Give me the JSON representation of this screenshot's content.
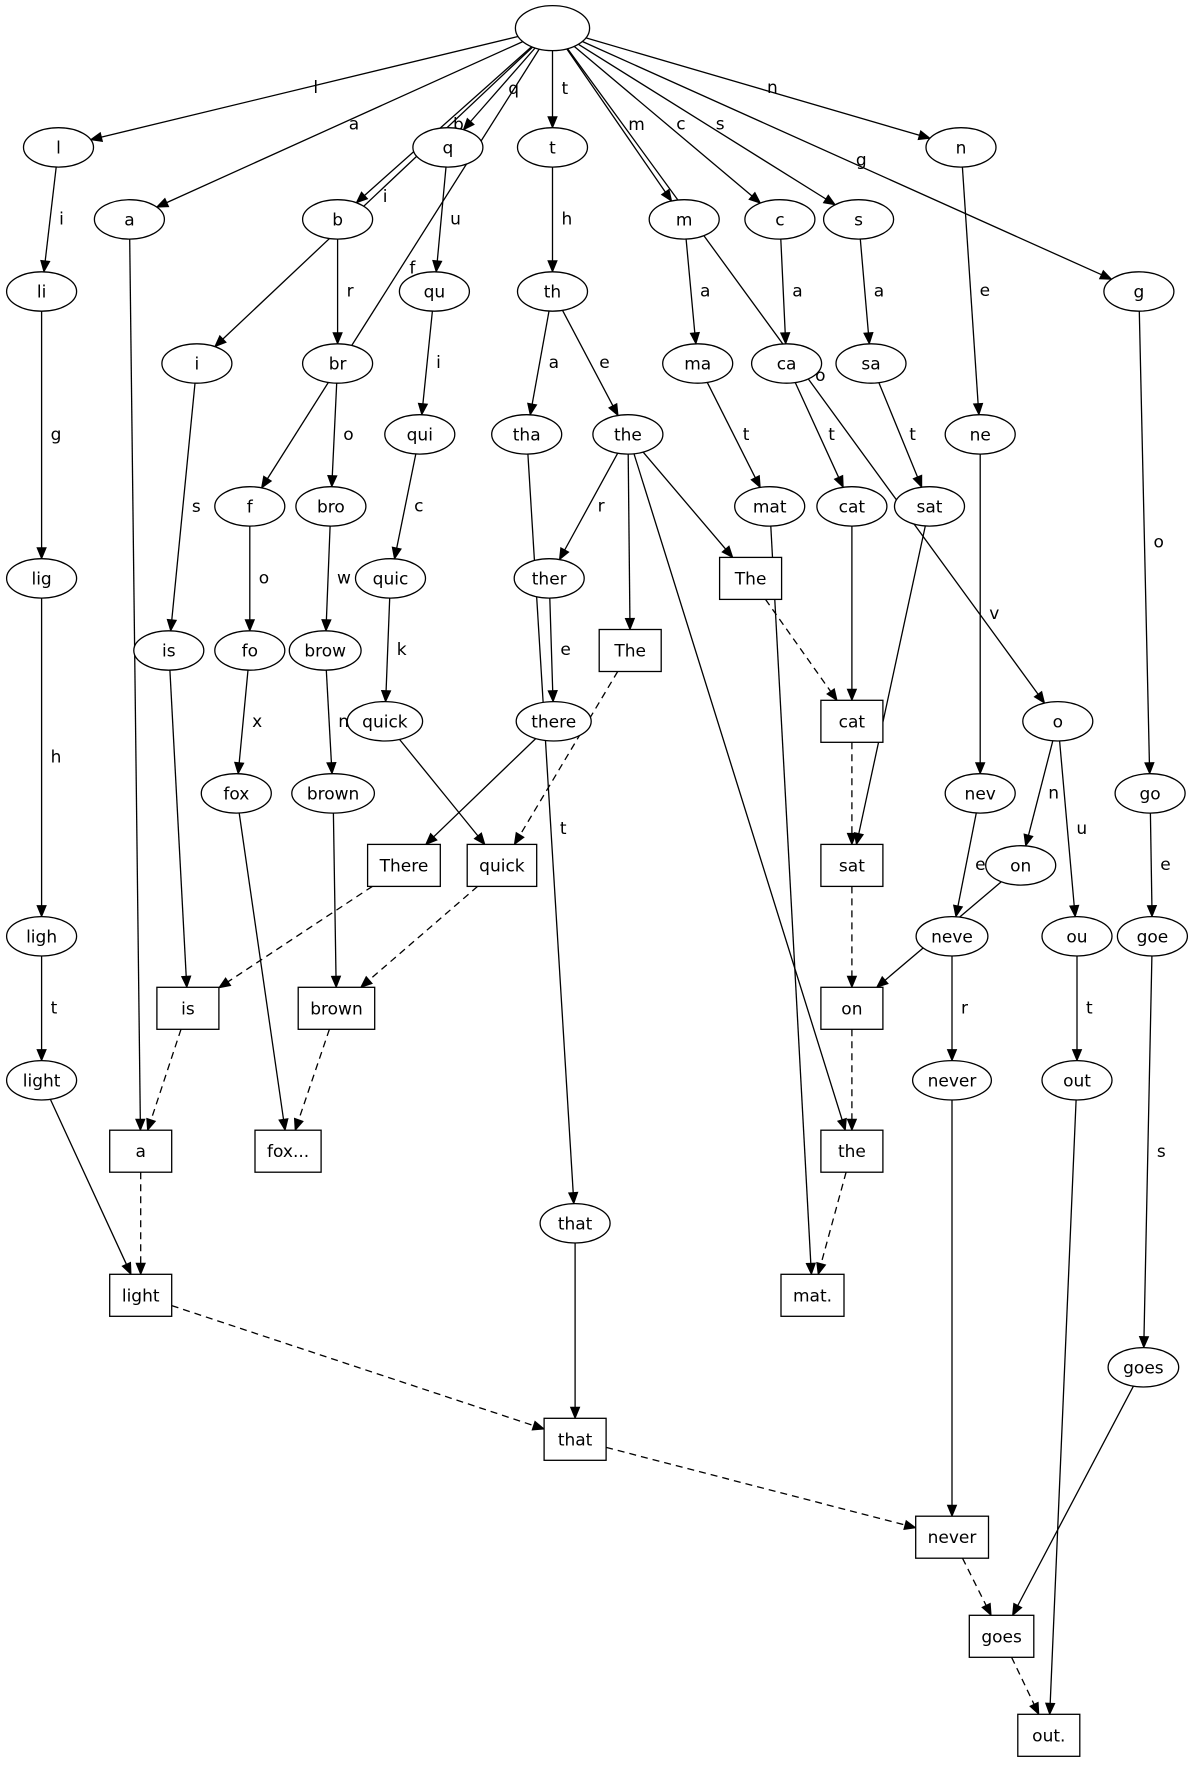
{
  "nodes": [
    {
      "id": "root",
      "label": "",
      "shape": "ellipse"
    },
    {
      "id": "l",
      "label": "l",
      "shape": "ellipse"
    },
    {
      "id": "li",
      "label": "li",
      "shape": "ellipse"
    },
    {
      "id": "lig",
      "label": "lig",
      "shape": "ellipse"
    },
    {
      "id": "ligh",
      "label": "ligh",
      "shape": "ellipse"
    },
    {
      "id": "light_e",
      "label": "light",
      "shape": "ellipse"
    },
    {
      "id": "a_e",
      "label": "a",
      "shape": "ellipse"
    },
    {
      "id": "i_e",
      "label": "i",
      "shape": "ellipse"
    },
    {
      "id": "is_e",
      "label": "is",
      "shape": "ellipse"
    },
    {
      "id": "f",
      "label": "f",
      "shape": "ellipse"
    },
    {
      "id": "fo",
      "label": "fo",
      "shape": "ellipse"
    },
    {
      "id": "fox",
      "label": "fox",
      "shape": "ellipse"
    },
    {
      "id": "b",
      "label": "b",
      "shape": "ellipse"
    },
    {
      "id": "br",
      "label": "br",
      "shape": "ellipse"
    },
    {
      "id": "bro",
      "label": "bro",
      "shape": "ellipse"
    },
    {
      "id": "brow",
      "label": "brow",
      "shape": "ellipse"
    },
    {
      "id": "brown_e",
      "label": "brown",
      "shape": "ellipse"
    },
    {
      "id": "q",
      "label": "q",
      "shape": "ellipse"
    },
    {
      "id": "qu",
      "label": "qu",
      "shape": "ellipse"
    },
    {
      "id": "qui",
      "label": "qui",
      "shape": "ellipse"
    },
    {
      "id": "quic",
      "label": "quic",
      "shape": "ellipse"
    },
    {
      "id": "quick_e",
      "label": "quick",
      "shape": "ellipse"
    },
    {
      "id": "t",
      "label": "t",
      "shape": "ellipse"
    },
    {
      "id": "th",
      "label": "th",
      "shape": "ellipse"
    },
    {
      "id": "tha",
      "label": "tha",
      "shape": "ellipse"
    },
    {
      "id": "that_e",
      "label": "that",
      "shape": "ellipse"
    },
    {
      "id": "the_e",
      "label": "the",
      "shape": "ellipse"
    },
    {
      "id": "ther",
      "label": "ther",
      "shape": "ellipse"
    },
    {
      "id": "there",
      "label": "there",
      "shape": "ellipse"
    },
    {
      "id": "m",
      "label": "m",
      "shape": "ellipse"
    },
    {
      "id": "ma",
      "label": "ma",
      "shape": "ellipse"
    },
    {
      "id": "mat",
      "label": "mat",
      "shape": "ellipse"
    },
    {
      "id": "c",
      "label": "c",
      "shape": "ellipse"
    },
    {
      "id": "ca",
      "label": "ca",
      "shape": "ellipse"
    },
    {
      "id": "cat_e",
      "label": "cat",
      "shape": "ellipse"
    },
    {
      "id": "s",
      "label": "s",
      "shape": "ellipse"
    },
    {
      "id": "sa",
      "label": "sa",
      "shape": "ellipse"
    },
    {
      "id": "sat_e",
      "label": "sat",
      "shape": "ellipse"
    },
    {
      "id": "n",
      "label": "n",
      "shape": "ellipse"
    },
    {
      "id": "ne",
      "label": "ne",
      "shape": "ellipse"
    },
    {
      "id": "nev",
      "label": "nev",
      "shape": "ellipse"
    },
    {
      "id": "neve",
      "label": "neve",
      "shape": "ellipse"
    },
    {
      "id": "never_e",
      "label": "never",
      "shape": "ellipse"
    },
    {
      "id": "o",
      "label": "o",
      "shape": "ellipse"
    },
    {
      "id": "on_e",
      "label": "on",
      "shape": "ellipse"
    },
    {
      "id": "ou",
      "label": "ou",
      "shape": "ellipse"
    },
    {
      "id": "out",
      "label": "out",
      "shape": "ellipse"
    },
    {
      "id": "g",
      "label": "g",
      "shape": "ellipse"
    },
    {
      "id": "go",
      "label": "go",
      "shape": "ellipse"
    },
    {
      "id": "goe",
      "label": "goe",
      "shape": "ellipse"
    },
    {
      "id": "goes_e",
      "label": "goes",
      "shape": "ellipse"
    },
    {
      "id": "The_r1",
      "label": "The",
      "shape": "box"
    },
    {
      "id": "The_r2",
      "label": "The",
      "shape": "box"
    },
    {
      "id": "cat_r",
      "label": "cat",
      "shape": "box"
    },
    {
      "id": "sat_r",
      "label": "sat",
      "shape": "box"
    },
    {
      "id": "on_r",
      "label": "on",
      "shape": "box"
    },
    {
      "id": "the_r",
      "label": "the",
      "shape": "box"
    },
    {
      "id": "mat_r",
      "label": "mat.",
      "shape": "box"
    },
    {
      "id": "There_r",
      "label": "There",
      "shape": "box"
    },
    {
      "id": "quick_r",
      "label": "quick",
      "shape": "box"
    },
    {
      "id": "is_r",
      "label": "is",
      "shape": "box"
    },
    {
      "id": "brown_r",
      "label": "brown",
      "shape": "box"
    },
    {
      "id": "a_r",
      "label": "a",
      "shape": "box"
    },
    {
      "id": "fox_r",
      "label": "fox...",
      "shape": "box"
    },
    {
      "id": "light_r",
      "label": "light",
      "shape": "box"
    },
    {
      "id": "that_r",
      "label": "that",
      "shape": "box"
    },
    {
      "id": "never_r",
      "label": "never",
      "shape": "box"
    },
    {
      "id": "goes_r",
      "label": "goes",
      "shape": "box"
    },
    {
      "id": "out_r",
      "label": "out.",
      "shape": "box"
    }
  ],
  "edges": [
    {
      "from": "root",
      "to": "l",
      "label": "l",
      "style": "solid"
    },
    {
      "from": "root",
      "to": "a_e",
      "label": "a",
      "style": "solid"
    },
    {
      "from": "root",
      "to": "i_e",
      "label": "i",
      "style": "solid"
    },
    {
      "from": "root",
      "to": "f",
      "label": "f",
      "style": "solid"
    },
    {
      "from": "root",
      "to": "b",
      "label": "b",
      "style": "solid"
    },
    {
      "from": "root",
      "to": "q",
      "label": "q",
      "style": "solid"
    },
    {
      "from": "root",
      "to": "t",
      "label": "t",
      "style": "solid"
    },
    {
      "from": "root",
      "to": "m",
      "label": "m",
      "style": "solid"
    },
    {
      "from": "root",
      "to": "c",
      "label": "c",
      "style": "solid"
    },
    {
      "from": "root",
      "to": "s",
      "label": "s",
      "style": "solid"
    },
    {
      "from": "root",
      "to": "n",
      "label": "n",
      "style": "solid"
    },
    {
      "from": "root",
      "to": "o",
      "label": "o",
      "style": "solid"
    },
    {
      "from": "root",
      "to": "g",
      "label": "g",
      "style": "solid"
    },
    {
      "from": "l",
      "to": "li",
      "label": "i",
      "style": "solid"
    },
    {
      "from": "li",
      "to": "lig",
      "label": "g",
      "style": "solid"
    },
    {
      "from": "lig",
      "to": "ligh",
      "label": "h",
      "style": "solid"
    },
    {
      "from": "ligh",
      "to": "light_e",
      "label": "t",
      "style": "solid"
    },
    {
      "from": "light_e",
      "to": "light_r",
      "label": "",
      "style": "solid"
    },
    {
      "from": "a_e",
      "to": "a_r",
      "label": "",
      "style": "solid"
    },
    {
      "from": "i_e",
      "to": "is_e",
      "label": "s",
      "style": "solid"
    },
    {
      "from": "is_e",
      "to": "is_r",
      "label": "",
      "style": "solid"
    },
    {
      "from": "f",
      "to": "fo",
      "label": "o",
      "style": "solid"
    },
    {
      "from": "fo",
      "to": "fox",
      "label": "x",
      "style": "solid"
    },
    {
      "from": "fox",
      "to": "fox_r",
      "label": "",
      "style": "solid"
    },
    {
      "from": "b",
      "to": "br",
      "label": "r",
      "style": "solid"
    },
    {
      "from": "br",
      "to": "bro",
      "label": "o",
      "style": "solid"
    },
    {
      "from": "bro",
      "to": "brow",
      "label": "w",
      "style": "solid"
    },
    {
      "from": "brow",
      "to": "brown_e",
      "label": "n",
      "style": "solid"
    },
    {
      "from": "brown_e",
      "to": "brown_r",
      "label": "",
      "style": "solid"
    },
    {
      "from": "q",
      "to": "qu",
      "label": "u",
      "style": "solid"
    },
    {
      "from": "qu",
      "to": "qui",
      "label": "i",
      "style": "solid"
    },
    {
      "from": "qui",
      "to": "quic",
      "label": "c",
      "style": "solid"
    },
    {
      "from": "quic",
      "to": "quick_e",
      "label": "k",
      "style": "solid"
    },
    {
      "from": "quick_e",
      "to": "quick_r",
      "label": "",
      "style": "solid"
    },
    {
      "from": "t",
      "to": "th",
      "label": "h",
      "style": "solid"
    },
    {
      "from": "th",
      "to": "tha",
      "label": "a",
      "style": "solid"
    },
    {
      "from": "th",
      "to": "the_e",
      "label": "e",
      "style": "solid"
    },
    {
      "from": "tha",
      "to": "that_e",
      "label": "t",
      "style": "solid"
    },
    {
      "from": "that_e",
      "to": "that_r",
      "label": "",
      "style": "solid"
    },
    {
      "from": "the_e",
      "to": "ther",
      "label": "r",
      "style": "solid"
    },
    {
      "from": "the_e",
      "to": "The_r1",
      "label": "",
      "style": "solid"
    },
    {
      "from": "the_e",
      "to": "The_r2",
      "label": "",
      "style": "solid"
    },
    {
      "from": "the_e",
      "to": "the_r",
      "label": "",
      "style": "solid"
    },
    {
      "from": "ther",
      "to": "there",
      "label": "e",
      "style": "solid"
    },
    {
      "from": "there",
      "to": "There_r",
      "label": "",
      "style": "solid"
    },
    {
      "from": "m",
      "to": "ma",
      "label": "a",
      "style": "solid"
    },
    {
      "from": "ma",
      "to": "mat",
      "label": "t",
      "style": "solid"
    },
    {
      "from": "mat",
      "to": "mat_r",
      "label": "",
      "style": "solid"
    },
    {
      "from": "c",
      "to": "ca",
      "label": "a",
      "style": "solid"
    },
    {
      "from": "ca",
      "to": "cat_e",
      "label": "t",
      "style": "solid"
    },
    {
      "from": "cat_e",
      "to": "cat_r",
      "label": "",
      "style": "solid"
    },
    {
      "from": "s",
      "to": "sa",
      "label": "a",
      "style": "solid"
    },
    {
      "from": "sa",
      "to": "sat_e",
      "label": "t",
      "style": "solid"
    },
    {
      "from": "sat_e",
      "to": "sat_r",
      "label": "",
      "style": "solid"
    },
    {
      "from": "n",
      "to": "ne",
      "label": "e",
      "style": "solid"
    },
    {
      "from": "ne",
      "to": "nev",
      "label": "v",
      "style": "solid"
    },
    {
      "from": "nev",
      "to": "neve",
      "label": "e",
      "style": "solid"
    },
    {
      "from": "neve",
      "to": "never_e",
      "label": "r",
      "style": "solid"
    },
    {
      "from": "never_e",
      "to": "never_r",
      "label": "",
      "style": "solid"
    },
    {
      "from": "o",
      "to": "on_e",
      "label": "n",
      "style": "solid"
    },
    {
      "from": "o",
      "to": "ou",
      "label": "u",
      "style": "solid"
    },
    {
      "from": "on_e",
      "to": "on_r",
      "label": "",
      "style": "solid"
    },
    {
      "from": "ou",
      "to": "out",
      "label": "t",
      "style": "solid"
    },
    {
      "from": "out",
      "to": "out_r",
      "label": "",
      "style": "solid"
    },
    {
      "from": "g",
      "to": "go",
      "label": "o",
      "style": "solid"
    },
    {
      "from": "go",
      "to": "goe",
      "label": "e",
      "style": "solid"
    },
    {
      "from": "goe",
      "to": "goes_e",
      "label": "s",
      "style": "solid"
    },
    {
      "from": "goes_e",
      "to": "goes_r",
      "label": "",
      "style": "solid"
    },
    {
      "from": "The_r1",
      "to": "cat_r",
      "label": "",
      "style": "dashed"
    },
    {
      "from": "cat_r",
      "to": "sat_r",
      "label": "",
      "style": "dashed"
    },
    {
      "from": "sat_r",
      "to": "on_r",
      "label": "",
      "style": "dashed"
    },
    {
      "from": "on_r",
      "to": "the_r",
      "label": "",
      "style": "dashed"
    },
    {
      "from": "the_r",
      "to": "mat_r",
      "label": "",
      "style": "dashed"
    },
    {
      "from": "The_r2",
      "to": "quick_r",
      "label": "",
      "style": "dashed"
    },
    {
      "from": "quick_r",
      "to": "brown_r",
      "label": "",
      "style": "dashed"
    },
    {
      "from": "brown_r",
      "to": "fox_r",
      "label": "",
      "style": "dashed"
    },
    {
      "from": "There_r",
      "to": "is_r",
      "label": "",
      "style": "dashed"
    },
    {
      "from": "is_r",
      "to": "a_r",
      "label": "",
      "style": "dashed"
    },
    {
      "from": "a_r",
      "to": "light_r",
      "label": "",
      "style": "dashed"
    },
    {
      "from": "light_r",
      "to": "that_r",
      "label": "",
      "style": "dashed"
    },
    {
      "from": "that_r",
      "to": "never_r",
      "label": "",
      "style": "dashed"
    },
    {
      "from": "never_r",
      "to": "goes_r",
      "label": "",
      "style": "dashed"
    },
    {
      "from": "goes_r",
      "to": "out_r",
      "label": "",
      "style": "dashed"
    }
  ]
}
